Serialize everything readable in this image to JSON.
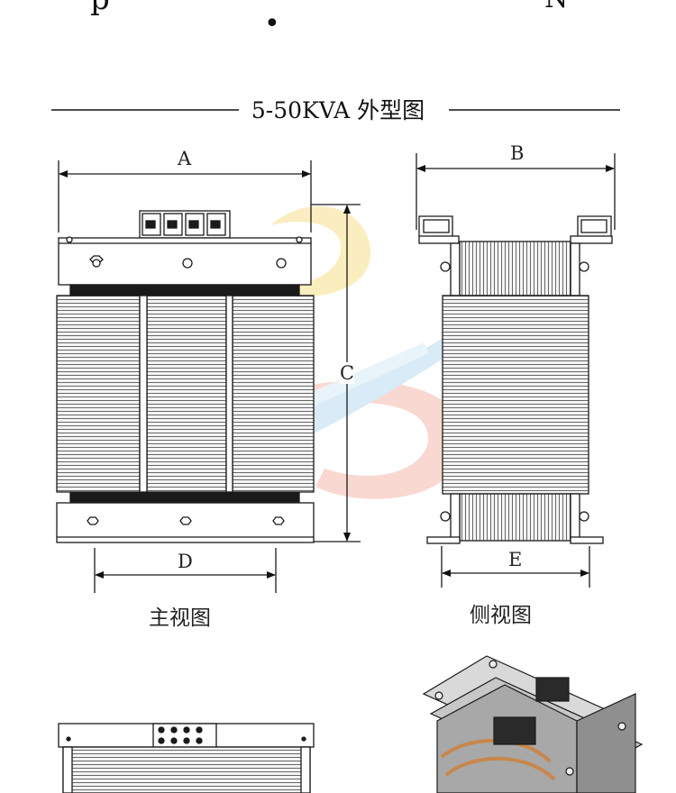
{
  "title": "5-50KVA 外型图",
  "top_partial_glyphs": [
    "p",
    "•",
    "N"
  ],
  "dimensions": {
    "a": "A",
    "b": "B",
    "c": "C",
    "d": "D",
    "e": "E"
  },
  "captions": {
    "front_view": "主视图",
    "side_view": "侧视图"
  },
  "colors": {
    "line": "#1a1a1a",
    "core_fill": "#f4f4f4",
    "dark_band": "#1a1a1a",
    "watermark_yellow": "#f6d870",
    "watermark_red": "#f2a99a",
    "watermark_blue": "#a9d3ef"
  }
}
